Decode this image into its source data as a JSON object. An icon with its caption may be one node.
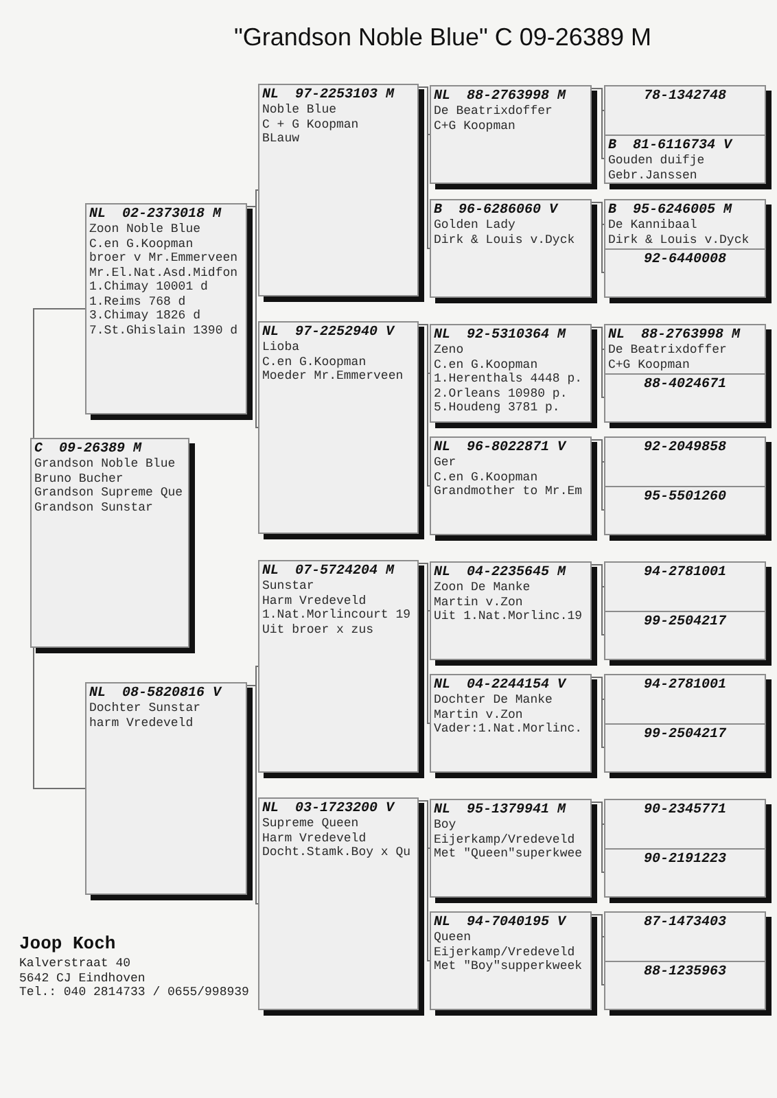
{
  "diagram": {
    "title": "\"Grandson Noble Blue\" C 09-26389 M",
    "nodes": [
      {
        "text": [
          "C",
          "09-26389 M",
          "Grandson Noble Blue",
          "Bruno Bucher",
          "Grandson Supreme Que",
          "Grandson Sunstar"
        ]
      },
      {
        "text": [
          "NL",
          "02-2373018 M",
          "Zoon Noble Blue",
          "C.en G.Koopman",
          "broer v Mr.Emmerveen",
          "Mr.El.Nat.Asd.Midfon",
          "1.Chimay 10001 d",
          "1.Reims 768 d",
          "3.Chimay 1826 d",
          "7.St.Ghislain 1390 d"
        ]
      },
      {
        "text": [
          "NL",
          "08-5820816 V",
          "Dochter Sunstar",
          "harm Vredeveld"
        ]
      },
      {
        "text": [
          "NL",
          "97-2253103 M",
          "Noble Blue",
          "C + G Koopman",
          "BLauw"
        ]
      },
      {
        "text": [
          "NL",
          "97-2252940 V",
          "Lioba",
          "C.en G.Koopman",
          "Moeder Mr.Emmerveen"
        ]
      },
      {
        "text": [
          "NL",
          "07-5724204 M",
          "Sunstar",
          "Harm Vredeveld",
          "1.Nat.Morlincourt 19",
          "Uit broer x zus"
        ]
      },
      {
        "text": [
          "NL",
          "03-1723200 V",
          "Supreme Queen",
          "Harm Vredeveld",
          "Docht.Stamk.Boy x Qu"
        ]
      },
      {
        "text": [
          "NL",
          "88-2763998 M",
          "De Beatrixdoffer",
          "C+G Koopman"
        ]
      },
      {
        "text": [
          "B",
          "96-6286060 V",
          "Golden Lady",
          "Dirk & Louis v.Dyck"
        ]
      },
      {
        "text": [
          "NL",
          "92-5310364 M",
          "Zeno",
          "C.en G.Koopman",
          "1.Herenthals 4448 p.",
          "2.Orleans 10980 p.",
          "5.Houdeng 3781 p."
        ]
      },
      {
        "text": [
          "NL",
          "96-8022871 V",
          "Ger",
          "C.en G.Koopman",
          "Grandmother to Mr.Em"
        ]
      },
      {
        "text": [
          "NL",
          "04-2235645 M",
          "Zoon De Manke",
          "Martin v.Zon",
          "Uit 1.Nat.Morlinc.19"
        ]
      },
      {
        "text": [
          "NL",
          "04-2244154 V",
          "Dochter De Manke",
          "Martin v.Zon",
          "Vader:1.Nat.Morlinc."
        ]
      },
      {
        "text": [
          "NL",
          "95-1379941 M",
          "Boy",
          "Eijerkamp/Vredeveld",
          "Met \"Queen\"superkwee"
        ]
      },
      {
        "text": [
          "NL",
          "94-7040195 V",
          "Queen",
          "Eijerkamp/Vredeveld",
          "Met \"Boy\"supperkweek"
        ]
      },
      {
        "text": [],
        "shape": "box"
      },
      {
        "text": [
          "78-1342748"
        ],
        "in": 15
      },
      {
        "text": [
          "B",
          "81-6116734 V",
          "Gouden duifje",
          "Gebr.Janssen"
        ],
        "in": 15
      },
      {
        "text": [],
        "shape": "box"
      },
      {
        "text": [
          "B",
          "95-6246005 M",
          "De Kannibaal",
          "Dirk & Louis v.Dyck"
        ],
        "in": 18
      },
      {
        "text": [
          "92-6440008"
        ],
        "in": 18
      },
      {
        "text": [],
        "shape": "box"
      },
      {
        "text": [
          "NL",
          "88-2763998 M",
          "De Beatrixdoffer",
          "C+G Koopman"
        ],
        "in": 21
      },
      {
        "text": [
          "88-4024671"
        ],
        "in": 21
      },
      {
        "text": [],
        "shape": "box"
      },
      {
        "text": [
          "92-2049858"
        ],
        "in": 24
      },
      {
        "text": [
          "95-5501260"
        ],
        "in": 24
      },
      {
        "text": [],
        "shape": "box"
      },
      {
        "text": [
          "94-2781001"
        ],
        "in": 27
      },
      {
        "text": [
          "99-2504217"
        ],
        "in": 27
      },
      {
        "text": [],
        "shape": "box"
      },
      {
        "text": [
          "94-2781001"
        ],
        "in": 30
      },
      {
        "text": [
          "99-2504217"
        ],
        "in": 30
      },
      {
        "text": [],
        "shape": "box"
      },
      {
        "text": [
          "90-2345771"
        ],
        "in": 33
      },
      {
        "text": [
          "90-2191223"
        ],
        "in": 33
      },
      {
        "text": [],
        "shape": "box"
      },
      {
        "text": [
          "87-1473403"
        ],
        "in": 36
      },
      {
        "text": [
          "88-1235963"
        ],
        "in": 36
      }
    ],
    "edges": [
      {
        "from": 0,
        "to": 1,
        "arrow": "none"
      },
      {
        "from": 0,
        "to": 2,
        "arrow": "none"
      },
      {
        "from": 1,
        "to": 3,
        "arrow": "none"
      },
      {
        "from": 1,
        "to": 4,
        "arrow": "none"
      },
      {
        "from": 2,
        "to": 5,
        "arrow": "none"
      },
      {
        "from": 2,
        "to": 6,
        "arrow": "none"
      },
      {
        "from": 3,
        "to": 7,
        "arrow": "none"
      },
      {
        "from": 3,
        "to": 8,
        "arrow": "none"
      },
      {
        "from": 4,
        "to": 9,
        "arrow": "none"
      },
      {
        "from": 4,
        "to": 10,
        "arrow": "none"
      },
      {
        "from": 5,
        "to": 11,
        "arrow": "none"
      },
      {
        "from": 5,
        "to": 12,
        "arrow": "none"
      },
      {
        "from": 6,
        "to": 13,
        "arrow": "none"
      },
      {
        "from": 6,
        "to": 14,
        "arrow": "none"
      },
      {
        "from": 7,
        "to": 16,
        "arrow": "none"
      },
      {
        "from": 7,
        "to": 17,
        "arrow": "none"
      },
      {
        "from": 8,
        "to": 19,
        "arrow": "none"
      },
      {
        "from": 8,
        "to": 20,
        "arrow": "none"
      },
      {
        "from": 9,
        "to": 22,
        "arrow": "none"
      },
      {
        "from": 9,
        "to": 23,
        "arrow": "none"
      },
      {
        "from": 10,
        "to": 25,
        "arrow": "none"
      },
      {
        "from": 10,
        "to": 26,
        "arrow": "none"
      },
      {
        "from": 11,
        "to": 28,
        "arrow": "none"
      },
      {
        "from": 11,
        "to": 29,
        "arrow": "none"
      },
      {
        "from": 12,
        "to": 31,
        "arrow": "none"
      },
      {
        "from": 12,
        "to": 32,
        "arrow": "none"
      },
      {
        "from": 13,
        "to": 34,
        "arrow": "none"
      },
      {
        "from": 13,
        "to": 35,
        "arrow": "none"
      },
      {
        "from": 14,
        "to": 37,
        "arrow": "none"
      },
      {
        "from": 14,
        "to": 38,
        "arrow": "none"
      }
    ],
    "labels": [
      "Joop Koch",
      "Kalverstraat 40",
      "5642 CJ Eindhoven",
      "Tel.: 040 2814733 / 0655/998939"
    ]
  }
}
